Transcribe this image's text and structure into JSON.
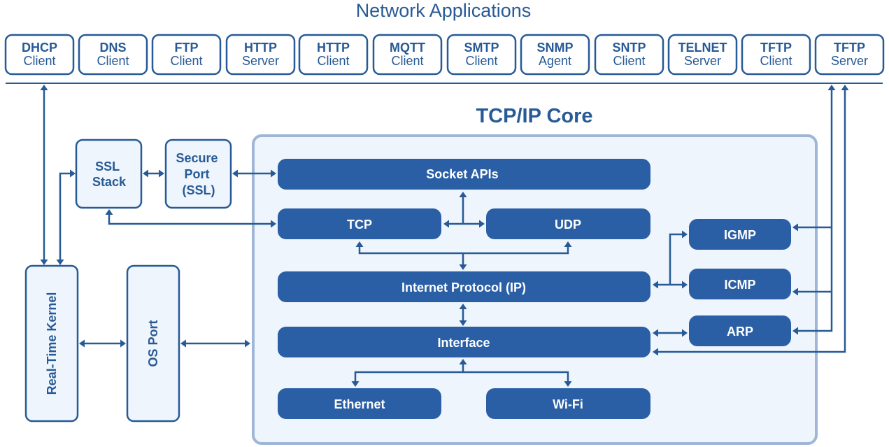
{
  "header": {
    "title": "Network Applications"
  },
  "applications": [
    {
      "line1": "DHCP",
      "line2": "Client"
    },
    {
      "line1": "DNS",
      "line2": "Client"
    },
    {
      "line1": "FTP",
      "line2": "Client"
    },
    {
      "line1": "HTTP",
      "line2": "Server"
    },
    {
      "line1": "HTTP",
      "line2": "Client"
    },
    {
      "line1": "MQTT",
      "line2": "Client"
    },
    {
      "line1": "SMTP",
      "line2": "Client"
    },
    {
      "line1": "SNMP",
      "line2": "Agent"
    },
    {
      "line1": "SNTP",
      "line2": "Client"
    },
    {
      "line1": "TELNET",
      "line2": "Server"
    },
    {
      "line1": "TFTP",
      "line2": "Client"
    },
    {
      "line1": "TFTP",
      "line2": "Server"
    }
  ],
  "core": {
    "title": "TCP/IP Core",
    "socket_apis": "Socket APIs",
    "tcp": "TCP",
    "udp": "UDP",
    "ip": "Internet Protocol (IP)",
    "interface": "Interface",
    "ethernet": "Ethernet",
    "wifi": "Wi-Fi",
    "igmp": "IGMP",
    "icmp": "ICMP",
    "arp": "ARP"
  },
  "side": {
    "ssl_stack": [
      "SSL",
      "Stack"
    ],
    "secure_port": [
      "Secure",
      "Port",
      "(SSL)"
    ],
    "kernel": "Real-Time Kernel",
    "os_port": "OS Port"
  },
  "colors": {
    "primary": "#275a96",
    "dark_block": "#2a5fa5",
    "panel_fill": "#eef5fc",
    "panel_border": "#9fb6d6"
  }
}
